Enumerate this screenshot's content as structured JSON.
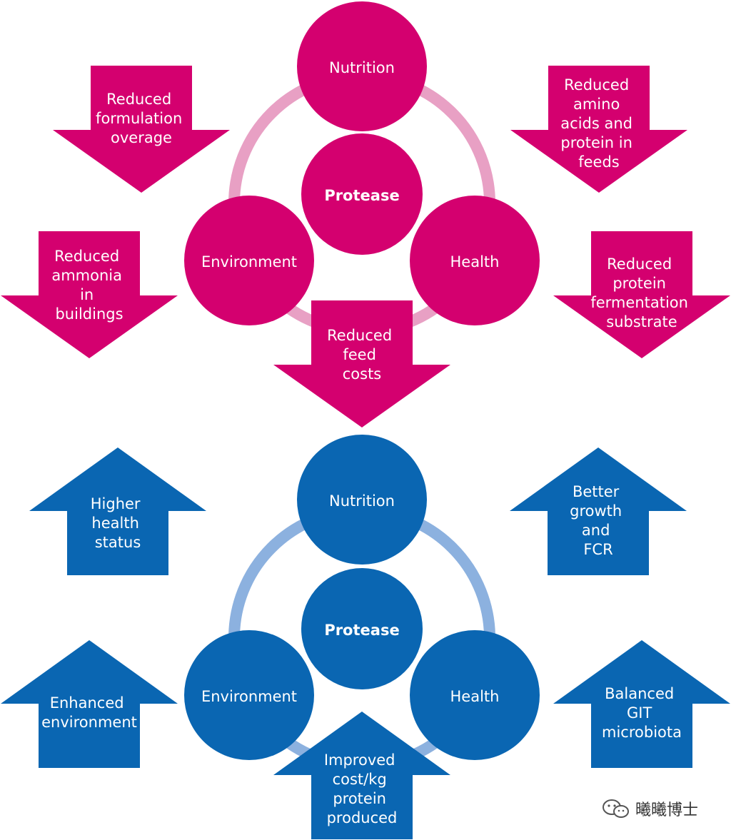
{
  "colors": {
    "pink": "#d4006f",
    "pink_ring": "#e8a0c4",
    "blue": "#0a66b2",
    "blue_ring": "#8cb1df"
  },
  "top": {
    "circles": {
      "nutrition": "Nutrition",
      "protease": "Protease",
      "environment": "Environment",
      "health": "Health"
    },
    "arrows": {
      "top_left": [
        "Reduced",
        "formulation",
        "overage"
      ],
      "top_right": [
        "Reduced",
        "amino",
        "acids and",
        "protein in",
        "feeds"
      ],
      "mid_left": [
        "Reduced",
        "ammonia",
        "in",
        "buildings"
      ],
      "mid_right": [
        "Reduced",
        "protein",
        "fermentation",
        "substrate"
      ],
      "center": [
        "Reduced",
        "feed",
        "costs"
      ]
    }
  },
  "bottom": {
    "circles": {
      "nutrition": "Nutrition",
      "protease": "Protease",
      "environment": "Environment",
      "health": "Health"
    },
    "arrows": {
      "top_left": [
        "Higher",
        "health",
        "status"
      ],
      "top_right": [
        "Better",
        "growth",
        "and",
        "FCR"
      ],
      "mid_left": [
        "Enhanced",
        "environment"
      ],
      "mid_right": [
        "Balanced",
        "GIT",
        "microbiota"
      ],
      "center": [
        "Improved",
        "cost/kg",
        "protein",
        "produced"
      ]
    }
  },
  "watermark": {
    "icon": "wechat-icon",
    "text": "曦曦博士"
  }
}
